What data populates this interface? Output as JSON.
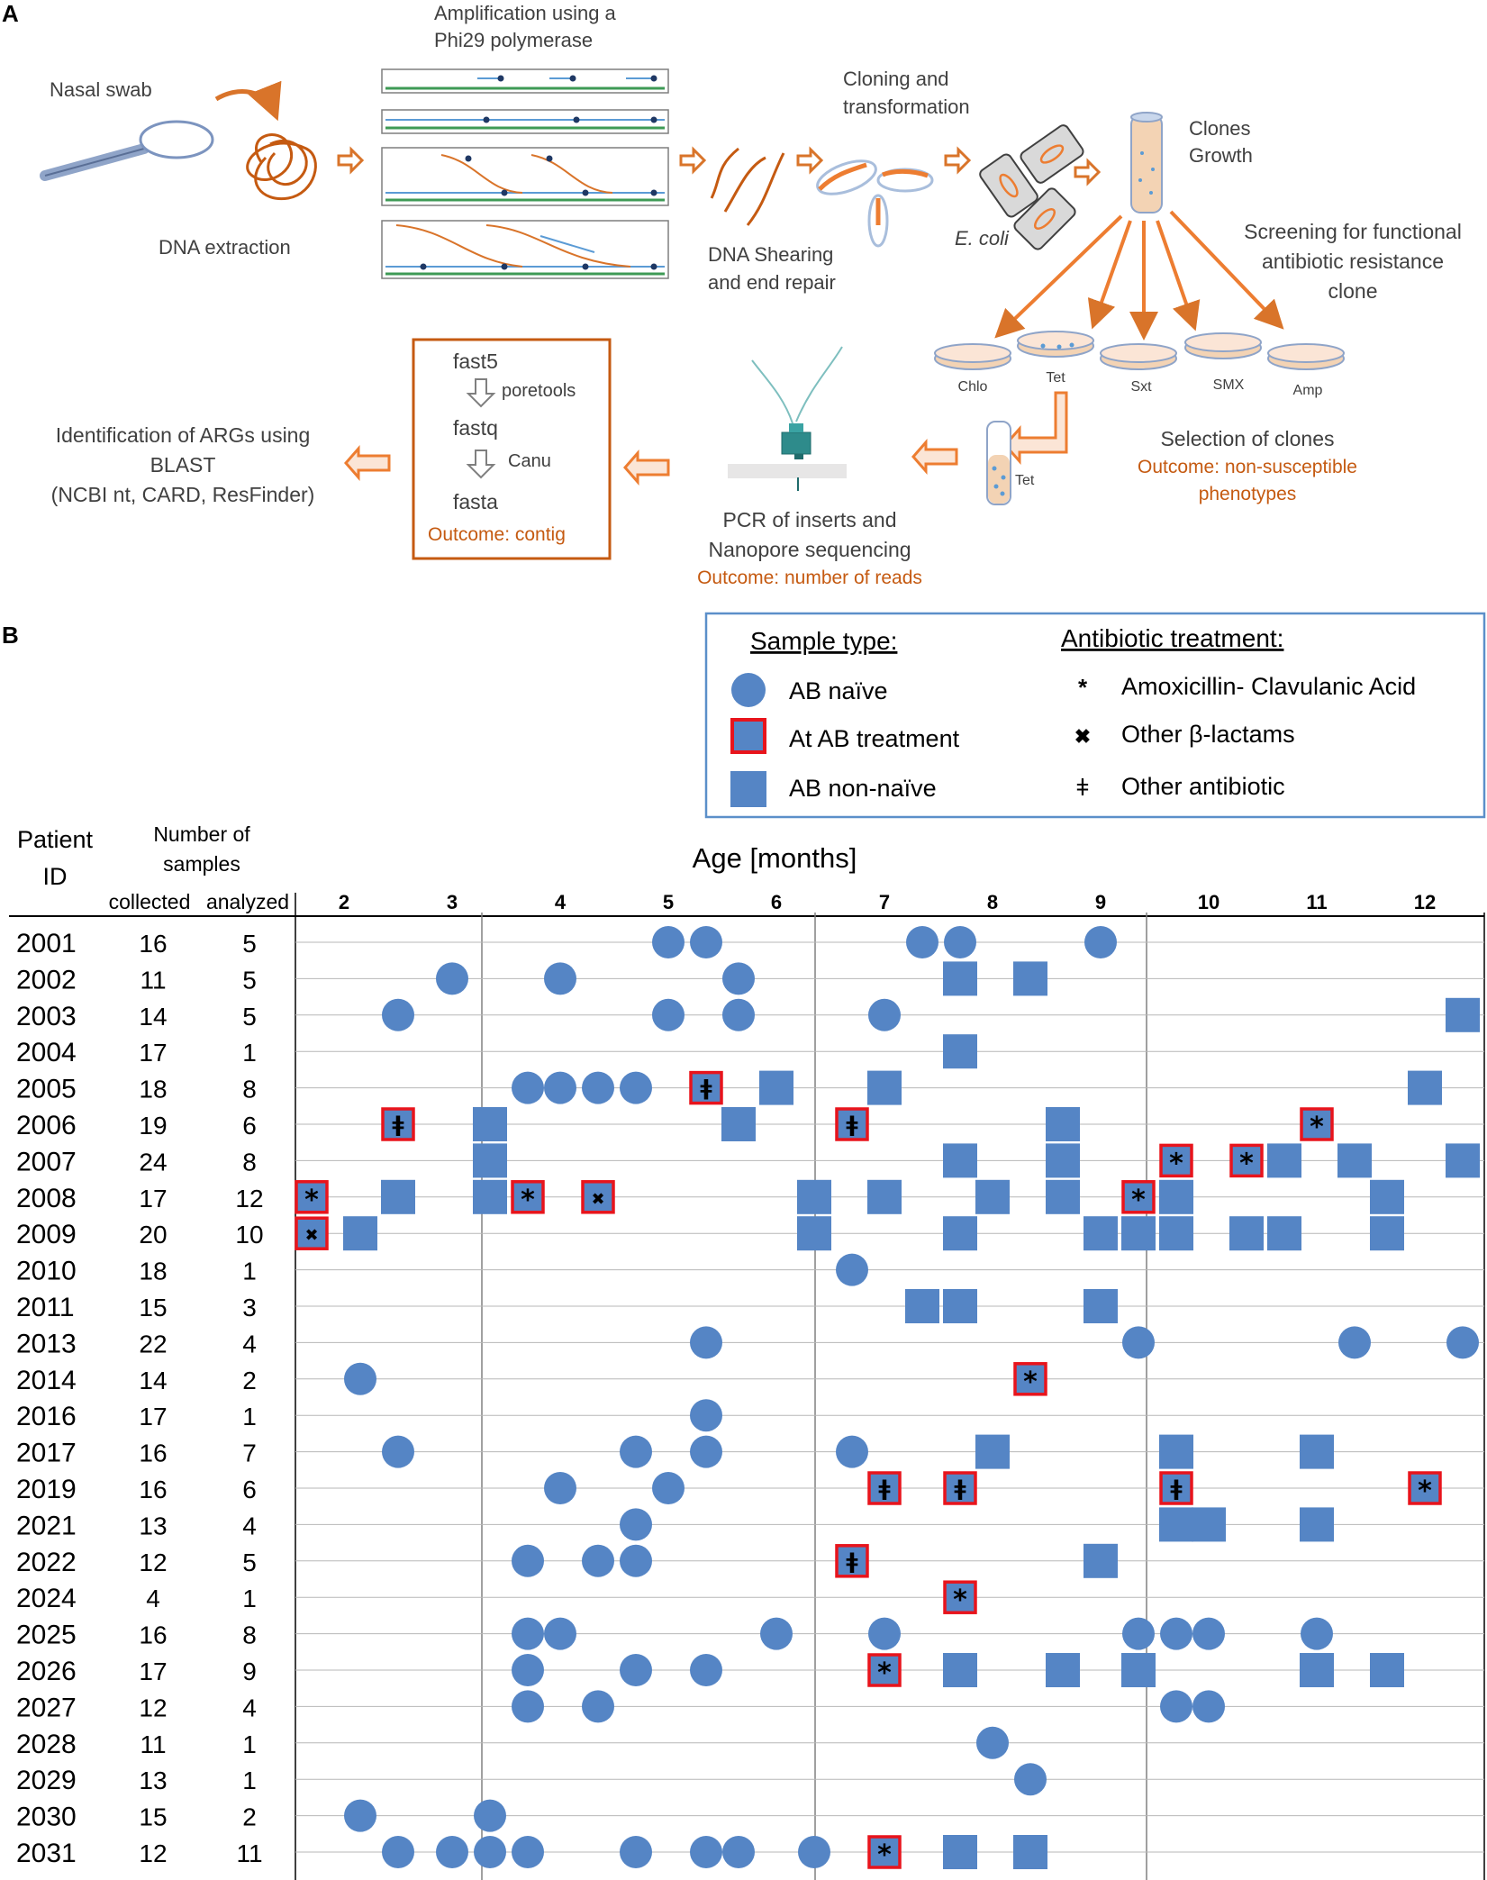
{
  "panelA": {
    "panel_label": "A",
    "nasal_swab": "Nasal swab",
    "dna_extraction": "DNA extraction",
    "amplification": [
      "Amplification using a",
      "Phi29 polymerase"
    ],
    "cloning": [
      "Cloning and",
      "transformation"
    ],
    "dna_shearing": [
      "DNA Shearing",
      "and end repair"
    ],
    "ecoli": "E. coli",
    "clones_growth": [
      "Clones",
      "Growth"
    ],
    "screening": [
      "Screening for functional",
      "antibiotic resistance",
      "clone"
    ],
    "plates": [
      "Chlo",
      "Tet",
      "Sxt",
      "SMX",
      "Amp"
    ],
    "tube_label": "Tet",
    "selection": "Selection of clones",
    "selection_outcome": [
      "Outcome: non-susceptible",
      "phenotypes"
    ],
    "pcr": [
      "PCR of inserts and",
      "Nanopore sequencing"
    ],
    "pcr_outcome": "Outcome: number of reads",
    "pipeline": {
      "f1": "fast5",
      "t1": "poretools",
      "f2": "fastq",
      "t2": "Canu",
      "f3": "fasta",
      "outcome": "Outcome: contig"
    },
    "identification": [
      "Identification of ARGs using",
      "BLAST",
      "(NCBI nt, CARD, ResFinder)"
    ]
  },
  "panelB": {
    "panel_label": "B",
    "legend": {
      "sample_type_title": "Sample  type:",
      "naive": "AB naïve",
      "at_treatment": "At AB treatment",
      "non_naive": "AB non-naïve",
      "treatment_title": "Antibiotic treatment:",
      "amox": "Amoxicillin- Clavulanic Acid",
      "other_beta": "Other β-lactams",
      "other_ab": "Other antibiotic",
      "amox_symbol": "*",
      "other_beta_symbol": "✖",
      "other_ab_symbol": "ǂ"
    },
    "headers": {
      "patient": [
        "Patient",
        "ID"
      ],
      "number_of": [
        "Number of",
        "samples"
      ],
      "collected": "collected",
      "analyzed": "analyzed",
      "age": "Age [months]"
    },
    "colors": {
      "marker": "#5585c5",
      "treatment_border": "#e8141c",
      "grid": "#b7b7b7",
      "text": "#404040",
      "orange": "#c55a11",
      "arrow": "#ed7d31"
    },
    "chart_data": {
      "type": "scatter",
      "xlabel": "Age [months]",
      "x_ticks": [
        "2",
        "3",
        "4",
        "5",
        "6",
        "7",
        "8",
        "9",
        "10",
        "11",
        "12"
      ],
      "xlim": [
        1.55,
        12.55
      ],
      "marker_legend": {
        "c": "AB naïve",
        "s": "AB non-naïve",
        "t": "At AB treatment"
      },
      "rows": [
        {
          "id": "2001",
          "collected": "16",
          "analyzed": "5",
          "samples": [
            {
              "x": 5.0,
              "m": "c"
            },
            {
              "x": 5.35,
              "m": "c"
            },
            {
              "x": 7.35,
              "m": "c"
            },
            {
              "x": 7.7,
              "m": "c"
            },
            {
              "x": 9.0,
              "m": "c"
            }
          ]
        },
        {
          "id": "2002",
          "collected": "11",
          "analyzed": "5",
          "samples": [
            {
              "x": 3.0,
              "m": "c"
            },
            {
              "x": 4.0,
              "m": "c"
            },
            {
              "x": 5.65,
              "m": "c"
            },
            {
              "x": 7.7,
              "m": "s"
            },
            {
              "x": 8.35,
              "m": "s"
            }
          ]
        },
        {
          "id": "2003",
          "collected": "14",
          "analyzed": "5",
          "samples": [
            {
              "x": 2.5,
              "m": "c"
            },
            {
              "x": 5.0,
              "m": "c"
            },
            {
              "x": 5.65,
              "m": "c"
            },
            {
              "x": 7.0,
              "m": "c"
            },
            {
              "x": 12.35,
              "m": "s"
            }
          ]
        },
        {
          "id": "2004",
          "collected": "17",
          "analyzed": "1",
          "samples": [
            {
              "x": 7.7,
              "m": "s"
            }
          ]
        },
        {
          "id": "2005",
          "collected": "18",
          "analyzed": "8",
          "samples": [
            {
              "x": 3.7,
              "m": "c"
            },
            {
              "x": 4.0,
              "m": "c"
            },
            {
              "x": 4.35,
              "m": "c"
            },
            {
              "x": 4.7,
              "m": "c"
            },
            {
              "x": 5.35,
              "m": "t",
              "ab": "ǂ"
            },
            {
              "x": 6.0,
              "m": "s"
            },
            {
              "x": 7.0,
              "m": "s"
            },
            {
              "x": 12.0,
              "m": "s"
            }
          ]
        },
        {
          "id": "2006",
          "collected": "19",
          "analyzed": "6",
          "samples": [
            {
              "x": 2.5,
              "m": "t",
              "ab": "ǂ"
            },
            {
              "x": 3.35,
              "m": "s"
            },
            {
              "x": 5.65,
              "m": "s"
            },
            {
              "x": 6.7,
              "m": "t",
              "ab": "ǂ"
            },
            {
              "x": 8.65,
              "m": "s"
            },
            {
              "x": 11.0,
              "m": "t",
              "ab": "*"
            }
          ]
        },
        {
          "id": "2007",
          "collected": "24",
          "analyzed": "8",
          "samples": [
            {
              "x": 3.35,
              "m": "s"
            },
            {
              "x": 7.7,
              "m": "s"
            },
            {
              "x": 8.65,
              "m": "s"
            },
            {
              "x": 9.7,
              "m": "t",
              "ab": "*"
            },
            {
              "x": 10.35,
              "m": "t",
              "ab": "*"
            },
            {
              "x": 10.7,
              "m": "s"
            },
            {
              "x": 11.35,
              "m": "s"
            },
            {
              "x": 12.35,
              "m": "s"
            }
          ]
        },
        {
          "id": "2008",
          "collected": "17",
          "analyzed": "12",
          "samples": [
            {
              "x": 1.7,
              "m": "t",
              "ab": "*"
            },
            {
              "x": 2.5,
              "m": "s"
            },
            {
              "x": 3.35,
              "m": "s"
            },
            {
              "x": 3.7,
              "m": "t",
              "ab": "*"
            },
            {
              "x": 4.35,
              "m": "t",
              "ab": "✖"
            },
            {
              "x": 6.35,
              "m": "s"
            },
            {
              "x": 7.0,
              "m": "s"
            },
            {
              "x": 8.0,
              "m": "s"
            },
            {
              "x": 8.65,
              "m": "s"
            },
            {
              "x": 9.35,
              "m": "t",
              "ab": "*"
            },
            {
              "x": 9.7,
              "m": "s"
            },
            {
              "x": 11.65,
              "m": "s"
            }
          ]
        },
        {
          "id": "2009",
          "collected": "20",
          "analyzed": "10",
          "samples": [
            {
              "x": 1.7,
              "m": "t",
              "ab": "✖"
            },
            {
              "x": 2.15,
              "m": "s"
            },
            {
              "x": 6.35,
              "m": "s"
            },
            {
              "x": 7.7,
              "m": "s"
            },
            {
              "x": 9.0,
              "m": "s"
            },
            {
              "x": 9.35,
              "m": "s"
            },
            {
              "x": 9.7,
              "m": "s"
            },
            {
              "x": 10.35,
              "m": "s"
            },
            {
              "x": 10.7,
              "m": "s"
            },
            {
              "x": 11.65,
              "m": "s"
            }
          ]
        },
        {
          "id": "2010",
          "collected": "18",
          "analyzed": "1",
          "samples": [
            {
              "x": 6.7,
              "m": "c"
            }
          ]
        },
        {
          "id": "2011",
          "collected": "15",
          "analyzed": "3",
          "samples": [
            {
              "x": 7.35,
              "m": "s"
            },
            {
              "x": 7.7,
              "m": "s"
            },
            {
              "x": 9.0,
              "m": "s"
            }
          ]
        },
        {
          "id": "2013",
          "collected": "22",
          "analyzed": "4",
          "samples": [
            {
              "x": 5.35,
              "m": "c"
            },
            {
              "x": 9.35,
              "m": "c"
            },
            {
              "x": 11.35,
              "m": "c"
            },
            {
              "x": 12.35,
              "m": "c"
            }
          ]
        },
        {
          "id": "2014",
          "collected": "14",
          "analyzed": "2",
          "samples": [
            {
              "x": 2.15,
              "m": "c"
            },
            {
              "x": 8.35,
              "m": "t",
              "ab": "*"
            }
          ]
        },
        {
          "id": "2016",
          "collected": "17",
          "analyzed": "1",
          "samples": [
            {
              "x": 5.35,
              "m": "c"
            }
          ]
        },
        {
          "id": "2017",
          "collected": "16",
          "analyzed": "7",
          "samples": [
            {
              "x": 2.5,
              "m": "c"
            },
            {
              "x": 4.7,
              "m": "c"
            },
            {
              "x": 5.35,
              "m": "c"
            },
            {
              "x": 6.7,
              "m": "c"
            },
            {
              "x": 8.0,
              "m": "s"
            },
            {
              "x": 9.7,
              "m": "s"
            },
            {
              "x": 11.0,
              "m": "s"
            }
          ]
        },
        {
          "id": "2019",
          "collected": "16",
          "analyzed": "6",
          "samples": [
            {
              "x": 4.0,
              "m": "c"
            },
            {
              "x": 5.0,
              "m": "c"
            },
            {
              "x": 7.0,
              "m": "t",
              "ab": "ǂ"
            },
            {
              "x": 7.7,
              "m": "t",
              "ab": "ǂ"
            },
            {
              "x": 9.7,
              "m": "t",
              "ab": "ǂ"
            },
            {
              "x": 12.0,
              "m": "t",
              "ab": "*"
            }
          ]
        },
        {
          "id": "2021",
          "collected": "13",
          "analyzed": "4",
          "samples": [
            {
              "x": 4.7,
              "m": "c"
            },
            {
              "x": 9.7,
              "m": "s"
            },
            {
              "x": 10.0,
              "m": "s"
            },
            {
              "x": 11.0,
              "m": "s"
            }
          ]
        },
        {
          "id": "2022",
          "collected": "12",
          "analyzed": "5",
          "samples": [
            {
              "x": 3.7,
              "m": "c"
            },
            {
              "x": 4.35,
              "m": "c"
            },
            {
              "x": 4.7,
              "m": "c"
            },
            {
              "x": 6.7,
              "m": "t",
              "ab": "ǂ"
            },
            {
              "x": 9.0,
              "m": "s"
            }
          ]
        },
        {
          "id": "2024",
          "collected": "4",
          "analyzed": "1",
          "samples": [
            {
              "x": 7.7,
              "m": "t",
              "ab": "*"
            }
          ]
        },
        {
          "id": "2025",
          "collected": "16",
          "analyzed": "8",
          "samples": [
            {
              "x": 3.7,
              "m": "c"
            },
            {
              "x": 4.0,
              "m": "c"
            },
            {
              "x": 6.0,
              "m": "c"
            },
            {
              "x": 7.0,
              "m": "c"
            },
            {
              "x": 9.35,
              "m": "c"
            },
            {
              "x": 9.7,
              "m": "c"
            },
            {
              "x": 10.0,
              "m": "c"
            },
            {
              "x": 11.0,
              "m": "c"
            }
          ]
        },
        {
          "id": "2026",
          "collected": "17",
          "analyzed": "9",
          "samples": [
            {
              "x": 3.7,
              "m": "c"
            },
            {
              "x": 4.7,
              "m": "c"
            },
            {
              "x": 5.35,
              "m": "c"
            },
            {
              "x": 7.0,
              "m": "t",
              "ab": "*"
            },
            {
              "x": 7.7,
              "m": "s"
            },
            {
              "x": 8.65,
              "m": "s"
            },
            {
              "x": 9.35,
              "m": "s"
            },
            {
              "x": 11.0,
              "m": "s"
            },
            {
              "x": 11.65,
              "m": "s"
            }
          ]
        },
        {
          "id": "2027",
          "collected": "12",
          "analyzed": "4",
          "samples": [
            {
              "x": 3.7,
              "m": "c"
            },
            {
              "x": 4.35,
              "m": "c"
            },
            {
              "x": 9.7,
              "m": "c"
            },
            {
              "x": 10.0,
              "m": "c"
            }
          ]
        },
        {
          "id": "2028",
          "collected": "11",
          "analyzed": "1",
          "samples": [
            {
              "x": 8.0,
              "m": "c"
            }
          ]
        },
        {
          "id": "2029",
          "collected": "13",
          "analyzed": "1",
          "samples": [
            {
              "x": 8.35,
              "m": "c"
            }
          ]
        },
        {
          "id": "2030",
          "collected": "15",
          "analyzed": "2",
          "samples": [
            {
              "x": 2.15,
              "m": "c"
            },
            {
              "x": 3.35,
              "m": "c"
            }
          ]
        },
        {
          "id": "2031",
          "collected": "12",
          "analyzed": "11",
          "samples": [
            {
              "x": 2.5,
              "m": "c"
            },
            {
              "x": 3.0,
              "m": "c"
            },
            {
              "x": 3.35,
              "m": "c"
            },
            {
              "x": 3.7,
              "m": "c"
            },
            {
              "x": 4.7,
              "m": "c"
            },
            {
              "x": 5.35,
              "m": "c"
            },
            {
              "x": 5.65,
              "m": "c"
            },
            {
              "x": 6.35,
              "m": "c"
            },
            {
              "x": 7.0,
              "m": "t",
              "ab": "*"
            },
            {
              "x": 7.7,
              "m": "s"
            },
            {
              "x": 8.35,
              "m": "s"
            }
          ]
        }
      ]
    }
  }
}
